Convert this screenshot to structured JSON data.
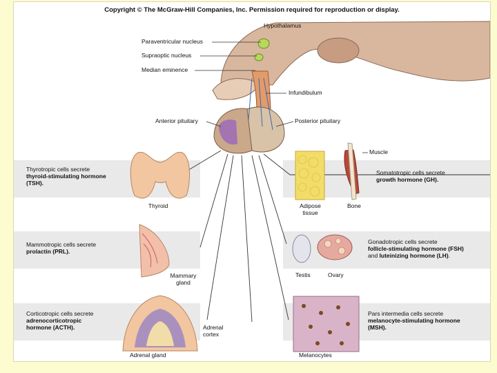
{
  "copyright": "Copyright © The McGraw-Hill Companies, Inc. Permission required for reproduction or display.",
  "labels": {
    "hypothalamus": "Hypothalamus",
    "paraventricular": "Paraventricular nucleus",
    "supraoptic": "Supraoptic nucleus",
    "median_eminence": "Median eminence",
    "infundibulum": "Infundibulum",
    "anterior_pituitary": "Anterior pituitary",
    "posterior_pituitary": "Posterior pituitary",
    "muscle": "Muscle",
    "thyroid": "Thyroid",
    "adipose_tissue_1": "Adipose",
    "adipose_tissue_2": "tissue",
    "bone": "Bone",
    "mammary_1": "Mammary",
    "mammary_2": "gland",
    "testis": "Testis",
    "ovary": "Ovary",
    "adrenal_cortex_1": "Adrenal",
    "adrenal_cortex_2": "cortex",
    "adrenal_gland": "Adrenal gland",
    "melanocytes": "Melanocytes"
  },
  "cells": {
    "thyrotropic": {
      "line1": "Thyrotropic cells secrete",
      "line2": "thyroid-stimulating hormone",
      "line3": "(TSH)."
    },
    "somatotropic": {
      "line1": "Somatotropic cells secrete",
      "line2": "growth hormone (GH)."
    },
    "mammotropic": {
      "line1": "Mammotropic cells secrete",
      "line2": "prolactin (PRL)."
    },
    "gonadotropic": {
      "line1": "Gonadotropic cells secrete",
      "line2": "follicle-stimulating hormone (FSH)",
      "line3a": "and ",
      "line3b": "luteinizing hormone (LH)",
      "line3c": "."
    },
    "corticotropic": {
      "line1": "Corticotropic cells secrete",
      "line2": "adrenocorticotropic",
      "line3": "hormone (ACTH)."
    },
    "pars_intermedia": {
      "line1": "Pars intermedia cells secrete",
      "line2": "melanocyte-stimulating hormone",
      "line3": "(MSH)."
    }
  },
  "colors": {
    "background": "#fdfbd0",
    "band": "#e9e9e9",
    "brain": "#d9b79e",
    "pituitary_purple": "#9c6ab8",
    "thyroid": "#f2c6a0",
    "adipose": "#f2dc6a",
    "muscle": "#b8483a",
    "adrenal": "#8b7ac9"
  }
}
